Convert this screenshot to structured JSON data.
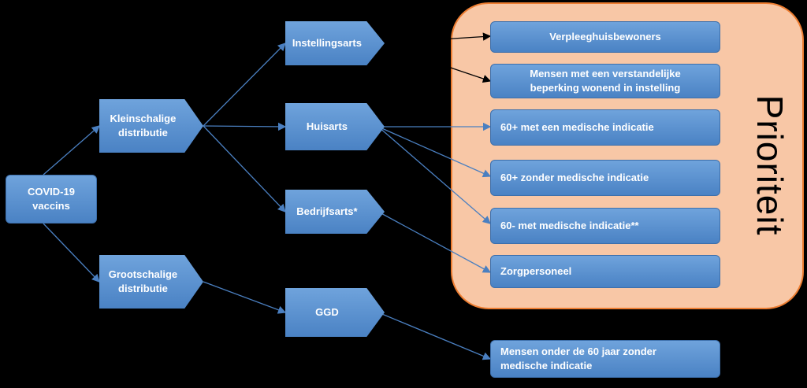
{
  "nodes": {
    "covid": "COVID-19\nvaccins",
    "klein": "Kleinschalige\ndistributie",
    "groot": "Grootschalige\ndistributie",
    "instellingsarts": "Instellingsarts",
    "huisarts": "Huisarts",
    "bedrijfsarts": "Bedrijfsarts*",
    "ggd": "GGD",
    "verpleeg": "Verpleeghuisbewoners",
    "verstandelijk": "Mensen met een verstandelijke\nbeperking wonend in instelling",
    "p60met": "60+ met een medische indicatie",
    "p60zonder": "60+ zonder medische indicatie",
    "m60met": "60- met medische indicatie**",
    "zorg": "Zorgpersoneel",
    "onder60": "Mensen onder de 60 jaar zonder\nmedische indicatie"
  },
  "priority_label": "Prioriteit",
  "colors": {
    "box": "#5b9bd5",
    "panel": "#f8c7a6",
    "panel_border": "#ed7d31"
  }
}
